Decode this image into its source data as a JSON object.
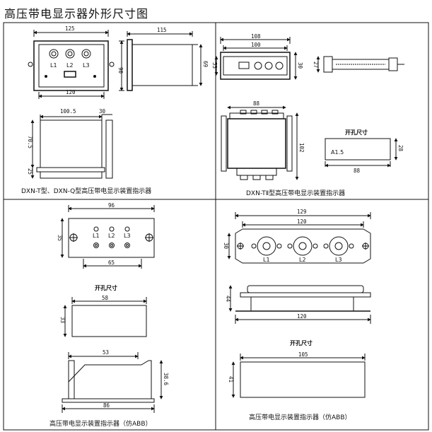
{
  "title": "高压带电显示器外形尺寸图",
  "panels": {
    "tl": {
      "dims": {
        "w125": "125",
        "w115": "115",
        "h90": "90",
        "h69": "69",
        "w120": "120",
        "w100_5": "100.5",
        "w30": "30",
        "h70_5": "70.5",
        "h25": "25"
      },
      "labels": {
        "l1": "L1",
        "l2": "L2",
        "l3": "L3"
      },
      "caption": "DXN-T型、DXN-Q型高压带电显示装置指示器"
    },
    "tr": {
      "dims": {
        "w108": "108",
        "w100": "100",
        "h53": "53",
        "h30": "30",
        "h27": "27",
        "w88top": "88",
        "h102": "102",
        "w88": "88",
        "h28": "28"
      },
      "cutout_title": "开孔尺寸",
      "cutout_label": "A1.5",
      "caption": "DXN-TⅡ型高压带电显示装置指示器"
    },
    "bl": {
      "dims": {
        "w96": "96",
        "h35": "35",
        "w65": "65",
        "w58": "58",
        "h33": "33",
        "w53": "53",
        "h38_6": "38.6",
        "w86": "86"
      },
      "labels": {
        "l1": "L1",
        "l2": "L2",
        "l3": "L3"
      },
      "cutout_title": "开孔尺寸",
      "caption": "高压带电显示装置指示器（仿ABB）"
    },
    "br": {
      "dims": {
        "w129": "129",
        "w120": "120",
        "h30": "30",
        "h44": "44",
        "w120b": "120",
        "w105": "105",
        "h41": "41"
      },
      "labels": {
        "l1": "L1",
        "l2": "L2",
        "l3": "L3"
      },
      "cutout_title": "开孔尺寸",
      "caption": "高压带电显示装置指示器（仿ABB）"
    }
  }
}
